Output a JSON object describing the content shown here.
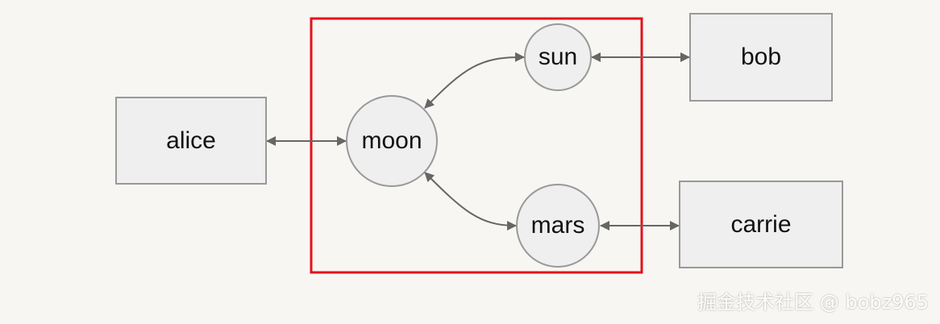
{
  "nodes": {
    "alice": "alice",
    "moon": "moon",
    "sun": "sun",
    "mars": "mars",
    "bob": "bob",
    "carrie": "carrie"
  },
  "watermark": "掘金技术社区 @ bobz965",
  "colors": {
    "background": "#f7f6f2",
    "node_fill": "#efefef",
    "node_stroke": "#999999",
    "edge": "#666666",
    "group_border": "#e3121b"
  }
}
